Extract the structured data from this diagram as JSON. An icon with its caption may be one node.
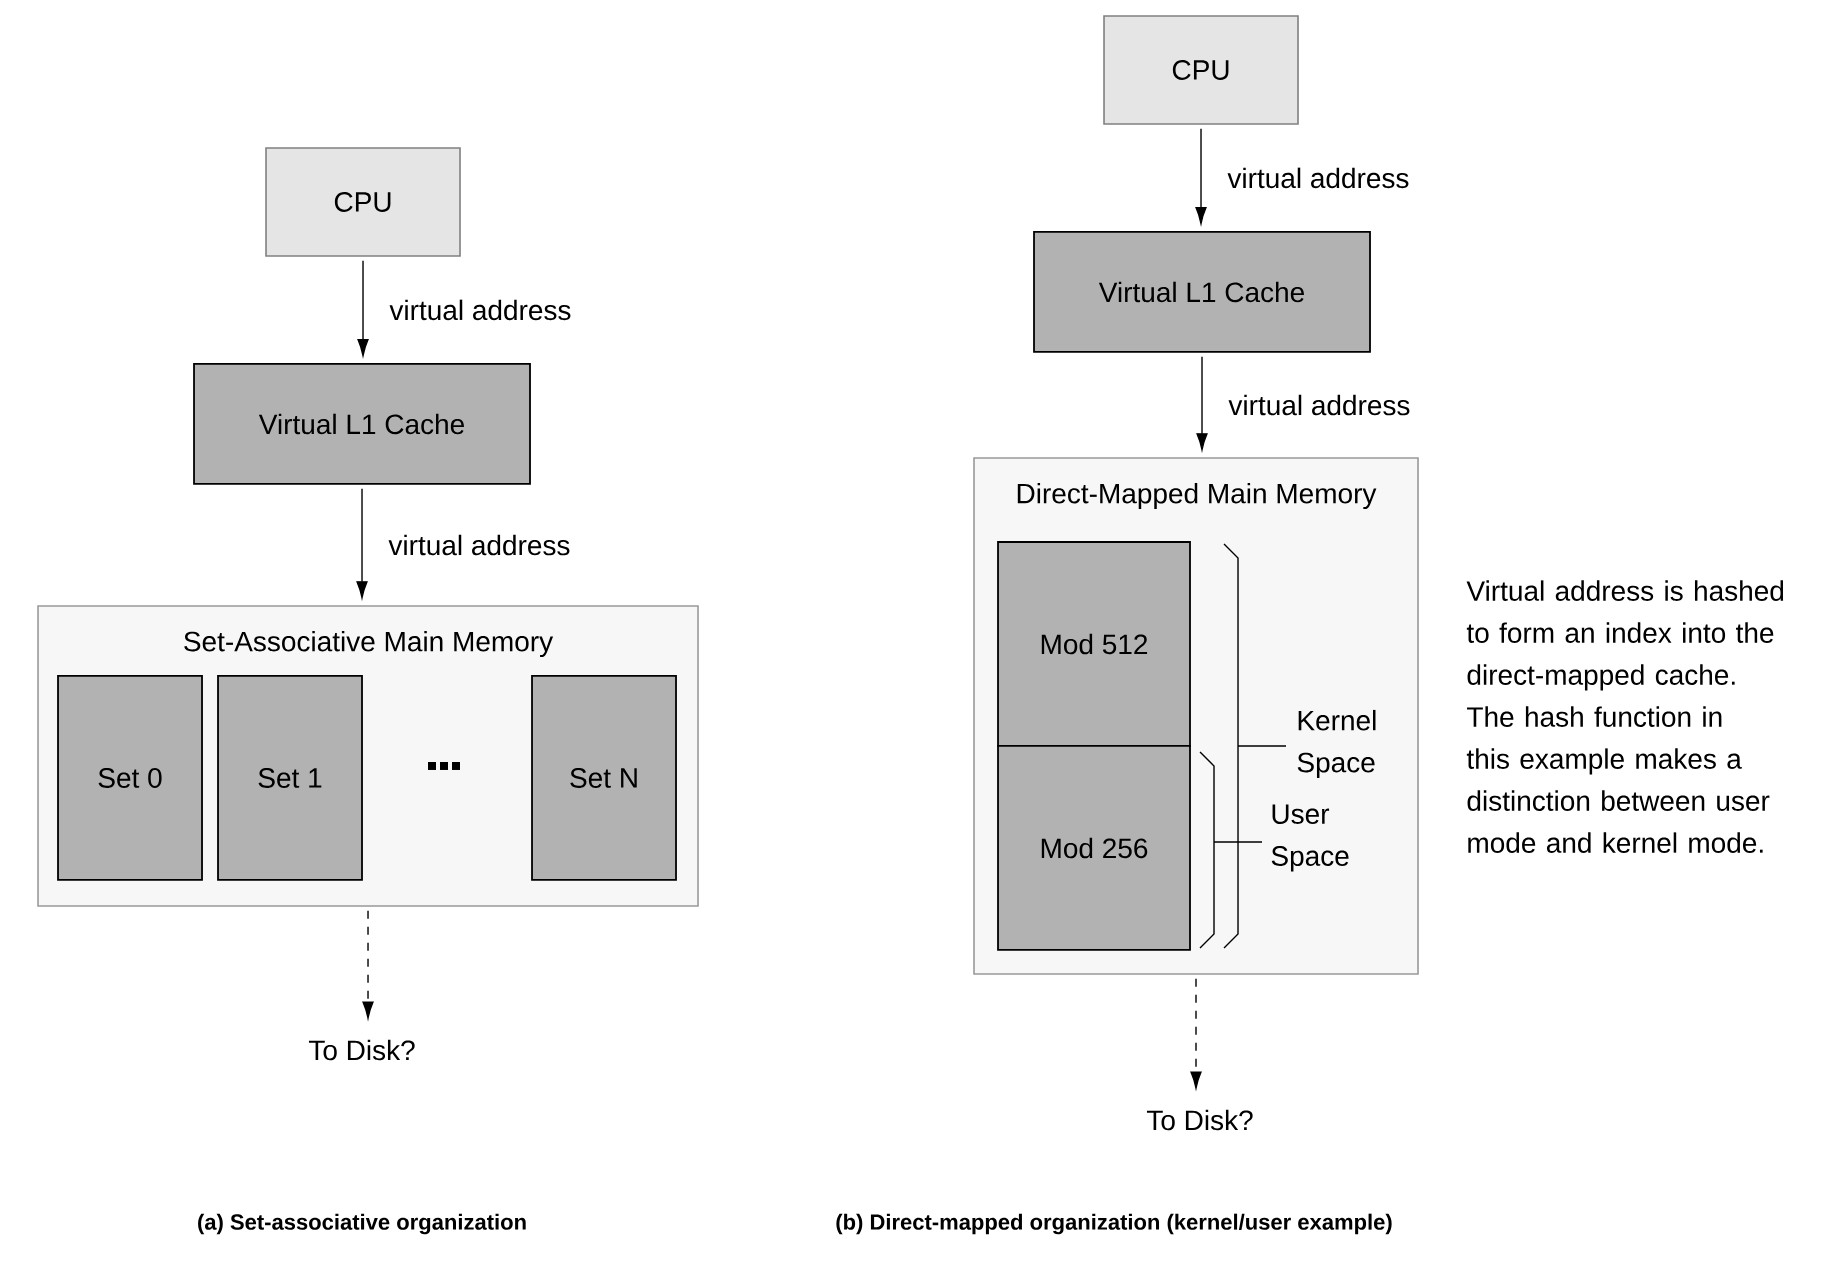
{
  "diagram": {
    "nodes": [
      {
        "text": [
          "CPU"
        ]
      },
      {
        "text": [
          "Virtual L1 Cache"
        ]
      },
      {
        "text": [
          "Set-Associative Main Memory"
        ]
      },
      {
        "text": [
          "Set 0"
        ],
        "in": 2
      },
      {
        "text": [
          "Set 1"
        ],
        "in": 2
      },
      {
        "text": [
          "Set N"
        ],
        "in": 2
      },
      {
        "text": [
          "To Disk?"
        ]
      },
      {
        "text": [
          "CPU"
        ]
      },
      {
        "text": [
          "Virtual L1 Cache"
        ]
      },
      {
        "text": [
          "Direct-Mapped Main Memory"
        ]
      },
      {
        "text": [
          "Mod 512"
        ],
        "in": 9
      },
      {
        "text": [
          "Mod 256"
        ],
        "in": 9
      },
      {
        "text": [
          "To Disk?"
        ]
      }
    ],
    "edges": [
      {
        "from": 0,
        "to": 1,
        "arrow": "to",
        "label": "virtual address"
      },
      {
        "from": 1,
        "to": 2,
        "arrow": "to",
        "label": "virtual address"
      },
      {
        "from": 2,
        "to": 6,
        "arrow": "to",
        "style": "dashed"
      },
      {
        "from": 7,
        "to": 8,
        "arrow": "to",
        "label": "virtual address"
      },
      {
        "from": 8,
        "to": 9,
        "arrow": "to",
        "label": "virtual address"
      },
      {
        "from": 9,
        "to": 12,
        "arrow": "to",
        "style": "dashed"
      }
    ],
    "labels": [
      "Kernel Space",
      "User Space",
      "Virtual address is hashed to form an index into the direct-mapped cache. The hash function in this example makes a distinction between user mode and kernel mode.",
      "(a) Set-associative organization",
      "(b) Direct-mapped organization (kernel/user example)"
    ]
  }
}
